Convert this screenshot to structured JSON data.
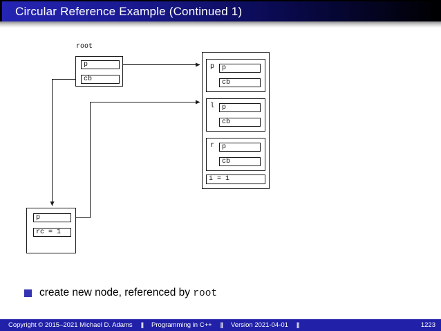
{
  "header": {
    "title": "Circular Reference Example (Continued 1)"
  },
  "diagram": {
    "root_label": "root",
    "root_node": {
      "fields": [
        "p",
        "cb"
      ]
    },
    "tree_node": {
      "records": [
        {
          "label": "p",
          "fields": [
            "p",
            "cb"
          ]
        },
        {
          "label": "l",
          "fields": [
            "p",
            "cb"
          ]
        },
        {
          "label": "r",
          "fields": [
            "p",
            "cb"
          ]
        }
      ],
      "value_field": "i = 1"
    },
    "old_node": {
      "fields": [
        "p",
        "rc = 1"
      ]
    }
  },
  "bullet": {
    "text": "create new node, referenced by ",
    "code": "root"
  },
  "footer": {
    "copyright": "Copyright © 2015–2021 Michael D. Adams",
    "separator": "||",
    "course": "Programming in C++",
    "version": "Version 2021-04-01",
    "page": "1223"
  },
  "colors": {
    "header_blue": "#2525b4",
    "footer_blue": "#2020a8",
    "bullet_blue": "#3534b3",
    "line": "#1a1a1a"
  }
}
